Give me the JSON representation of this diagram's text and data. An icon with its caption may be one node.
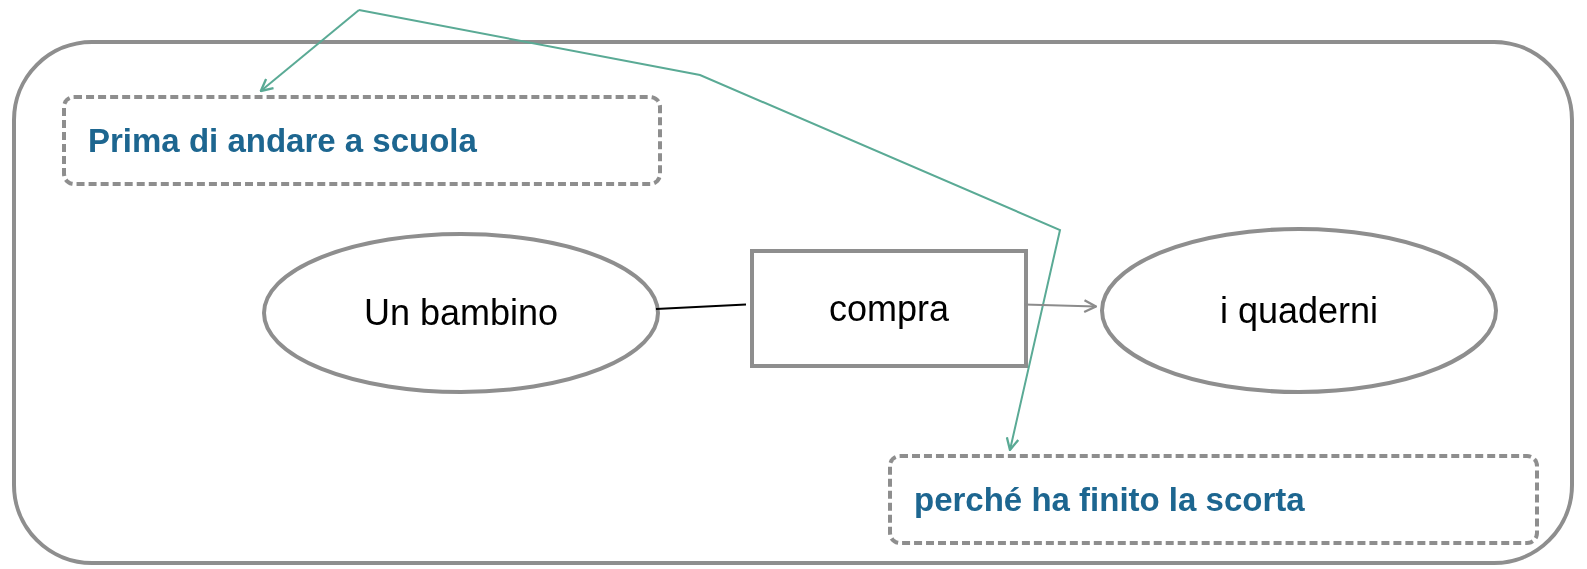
{
  "diagram": {
    "nodes": [
      {
        "text": [],
        "shape": "box"
      },
      {
        "text": [
          "Prima di andare a scuola"
        ],
        "in": 0
      },
      {
        "text": [
          "Un bambino"
        ],
        "in": 0
      },
      {
        "text": [
          "compra"
        ],
        "in": 0
      },
      {
        "text": [
          "i quaderni"
        ],
        "in": 0
      },
      {
        "text": [
          "perché ha finito la scorta"
        ],
        "in": 0
      }
    ],
    "edges": [
      {
        "from": null,
        "to": 1,
        "arrow": "to",
        "color": "#5aaa95"
      },
      {
        "from": null,
        "to": 5,
        "arrow": "to",
        "color": "#5aaa95"
      },
      {
        "from": 2,
        "to": 3,
        "arrow": "none",
        "color": "#000000"
      },
      {
        "from": 3,
        "to": 4,
        "arrow": "to",
        "color": "#8c8c8c"
      }
    ]
  }
}
